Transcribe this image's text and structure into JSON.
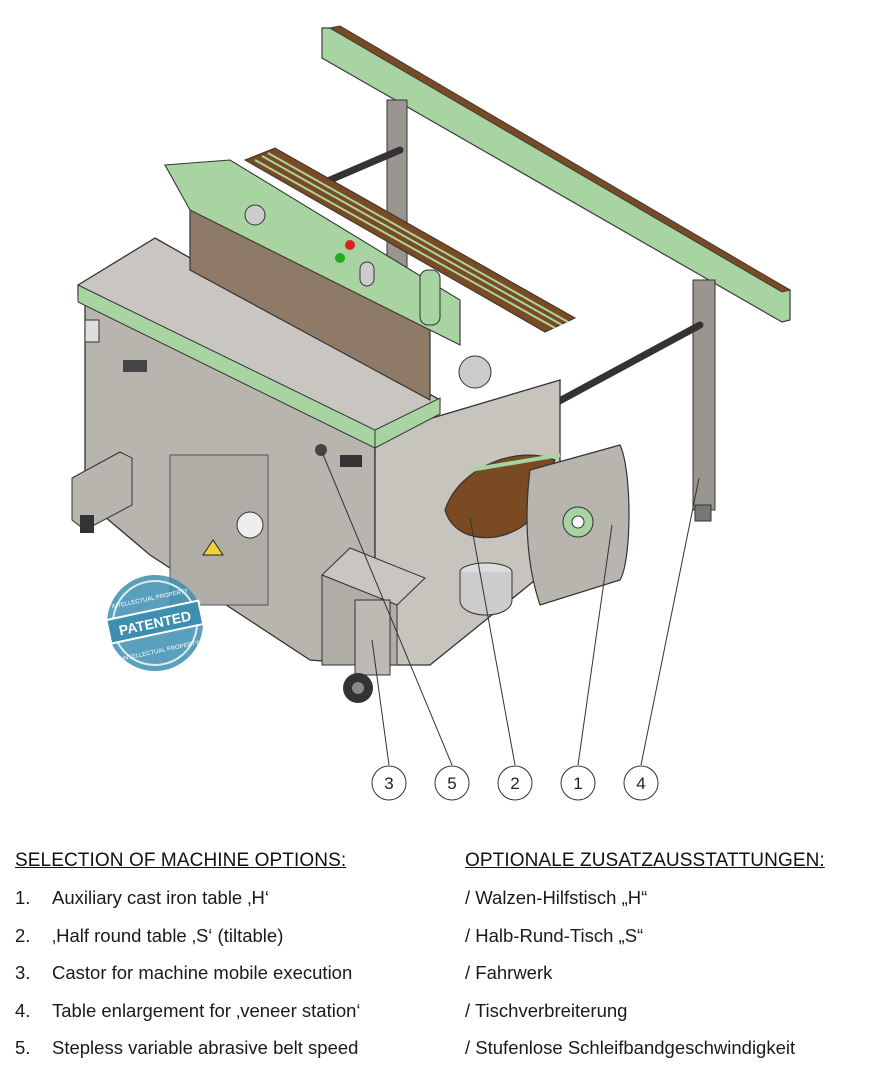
{
  "callouts": [
    "3",
    "5",
    "2",
    "1",
    "4"
  ],
  "seal": {
    "top_text": "INTELLECTUAL PROPERTY",
    "center_text": "PATENTED",
    "bottom_text": "INTELLECTUAL PROPERTY"
  },
  "heading_en": "SELECTION OF MACHINE OPTIONS:",
  "heading_de": "OPTIONALE ZUSATZAUSSTATTUNGEN:",
  "options": [
    {
      "number": "1.",
      "en": "Auxiliary cast iron table ‚H‘",
      "de": "/ Walzen-Hilfstisch „H“"
    },
    {
      "number": "2.",
      "en": "‚Half round table ‚S‘ (tiltable)",
      "de": "/ Halb-Rund-Tisch „S“"
    },
    {
      "number": "3.",
      "en": "Castor for machine mobile execution",
      "de": "/ Fahrwerk"
    },
    {
      "number": "4.",
      "en": "Table enlargement for ‚veneer station‘",
      "de": "/ Tischverbreiterung"
    },
    {
      "number": "5.",
      "en": "Stepless variable abrasive belt speed",
      "de": "/ Stufenlose Schleifbandgeschwindigkeit"
    }
  ],
  "colors": {
    "machine_grey": "#b8b4ae",
    "machine_dark": "#8f8b86",
    "accent_green": "#a8d4a2",
    "wood_brown": "#7a4a22",
    "seal_blue": "#3d8fb0"
  }
}
